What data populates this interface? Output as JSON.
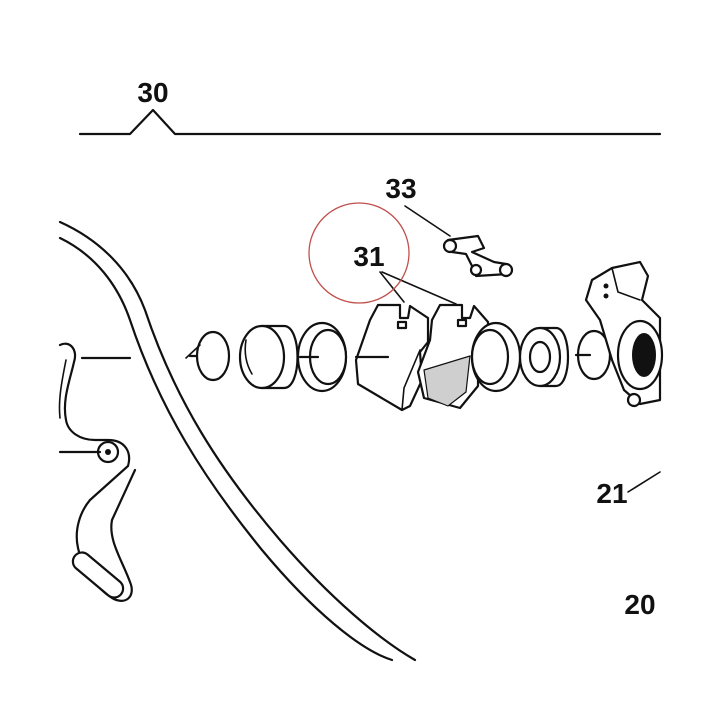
{
  "callouts": {
    "c30": "30",
    "c33": "33",
    "c31": "31",
    "c21": "21",
    "c20": "20"
  },
  "highlight": {
    "target": "31",
    "color": "#c0504d"
  },
  "colors": {
    "ink": "#111111",
    "paper": "#ffffff"
  }
}
